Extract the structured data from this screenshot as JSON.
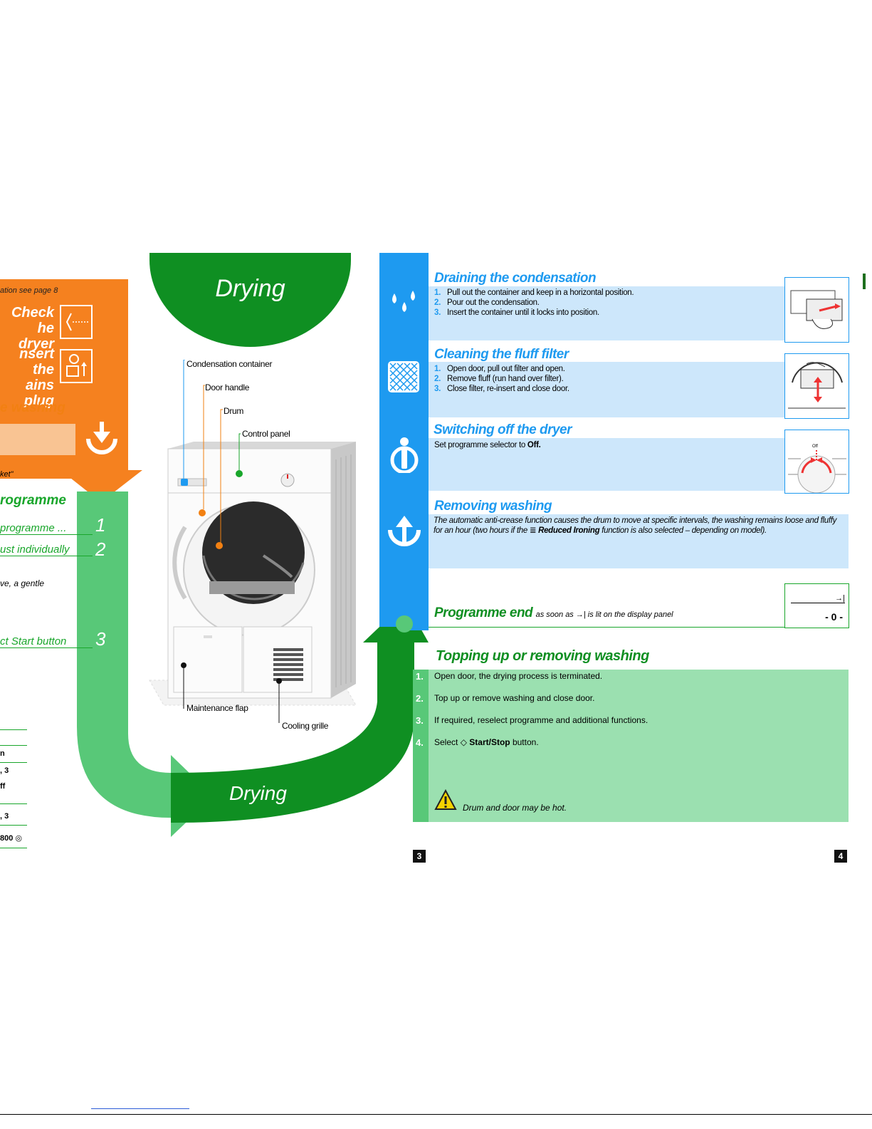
{
  "left_page": {
    "ref_fragment": "ation see page 8",
    "check_line1": "Check",
    "check_line2": "he dryer",
    "insert_line1": "nsert the",
    "insert_line2": "ains plug",
    "washing_fragment": "e washing",
    "quote_fragment": "ket\"",
    "programme_fragment": "rogramme",
    "step1_fragment": "programme ...",
    "step2_fragment": "ust individually",
    "gentle_fragment": "ve, a gentle",
    "step3_fragment": "ct Start button",
    "step_nums": [
      "1",
      "2",
      "3"
    ],
    "table_fragments": [
      "n",
      ", 3",
      "ff",
      ", 3",
      "800"
    ],
    "drying_arrow_label": "Drying"
  },
  "center": {
    "title": "Drying",
    "labels": {
      "condensation_container": "Condensation container",
      "door_handle": "Door handle",
      "drum": "Drum",
      "control_panel": "Control panel",
      "maintenance_flap": "Maintenance flap",
      "cooling_grille": "Cooling grille"
    }
  },
  "sections": {
    "draining": {
      "title": "Draining the condensation",
      "steps": [
        {
          "n": "1.",
          "text": "Pull out the container and keep in a horizontal position."
        },
        {
          "n": "2.",
          "text": "Pour out the condensation."
        },
        {
          "n": "3.",
          "text": "Insert the container until it locks into position."
        }
      ]
    },
    "cleaning": {
      "title": "Cleaning the fluff filter",
      "steps": [
        {
          "n": "1.",
          "text": "Open door, pull out filter and open."
        },
        {
          "n": "2.",
          "text": "Remove fluff (run hand over filter)."
        },
        {
          "n": "3.",
          "text": "Close filter, re-insert and close door."
        }
      ]
    },
    "switching": {
      "title": "Switching off the dryer",
      "text": "Set programme selector to",
      "bold": "Off.",
      "dial_label": "Off"
    },
    "removing": {
      "title": "Removing washing",
      "text_a": "The automatic anti-crease function causes the drum to move at specific intervals, the washing remains loose and fluffy for an hour (two hours if the",
      "bold": "Reduced Ironing",
      "text_b": "function is also selected – depending on model)."
    },
    "programme_end": {
      "title": "Programme end",
      "subtitle": "as soon as →| is lit on the display panel",
      "display_top": "→|",
      "display_bottom": "- 0 -"
    }
  },
  "topping": {
    "title": "Topping up or removing washing",
    "steps": [
      {
        "n": "1.",
        "text": "Open door, the drying process is terminated."
      },
      {
        "n": "2.",
        "text": "Top up or remove washing and close door."
      },
      {
        "n": "3.",
        "text": "If required, reselect programme and additional functions."
      },
      {
        "n": "4.",
        "text_a": "Select",
        "bold": "Start/Stop",
        "text_b": "button."
      }
    ],
    "warning": "Drum and door may be hot."
  },
  "page_numbers": {
    "left": "3",
    "right": "4"
  },
  "colors": {
    "orange": "#f5811f",
    "light_green": "#58c878",
    "dark_green": "#0f8f22",
    "blue": "#1e9af0",
    "light_blue": "#cde7fb",
    "pale_green": "#9be0b0"
  }
}
